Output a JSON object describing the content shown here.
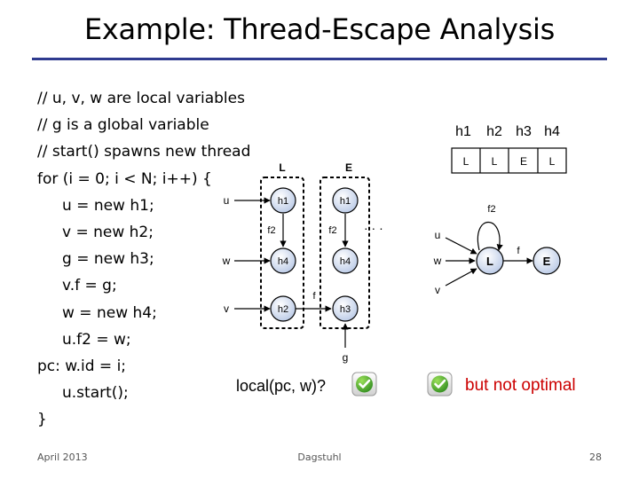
{
  "slide": {
    "title": "Example: Thread-Escape Analysis",
    "code_lines": [
      "// u, v, w are local variables",
      "// g is a global variable",
      "// start() spawns new thread",
      "for (i = 0; i < N; i++) {",
      "u = new h1;",
      "v = new h2;",
      "g = new h3;",
      "v.f = g;",
      "w = new h4;",
      "u.f2 = w;",
      "pc: w.id = i;",
      "u.start();",
      "}"
    ],
    "left_graph": {
      "col_local": "L",
      "col_escape": "E",
      "vars": [
        "u",
        "w",
        "v"
      ],
      "local_nodes": [
        "h1",
        "h4",
        "h2"
      ],
      "escape_nodes": [
        "h1",
        "h4",
        "h3"
      ],
      "edge_f2": "f2",
      "edge_f": "f",
      "ellipsis": "· · ·",
      "global": "g"
    },
    "query": "local(pc, w)?",
    "right_graph": {
      "headers": [
        "h1",
        "h2",
        "h3",
        "h4"
      ],
      "values": [
        "L",
        "L",
        "E",
        "L"
      ],
      "vars": [
        "u",
        "w",
        "v"
      ],
      "node_local": "L",
      "node_escape": "E",
      "edge_f2": "f2",
      "edge_f": "f"
    },
    "verdict": "but not optimal",
    "accent_color": "#2f3b8f",
    "verdict_color": "#cc0000",
    "footer": {
      "left": "April 2013",
      "center": "Dagstuhl",
      "right": "28"
    }
  }
}
